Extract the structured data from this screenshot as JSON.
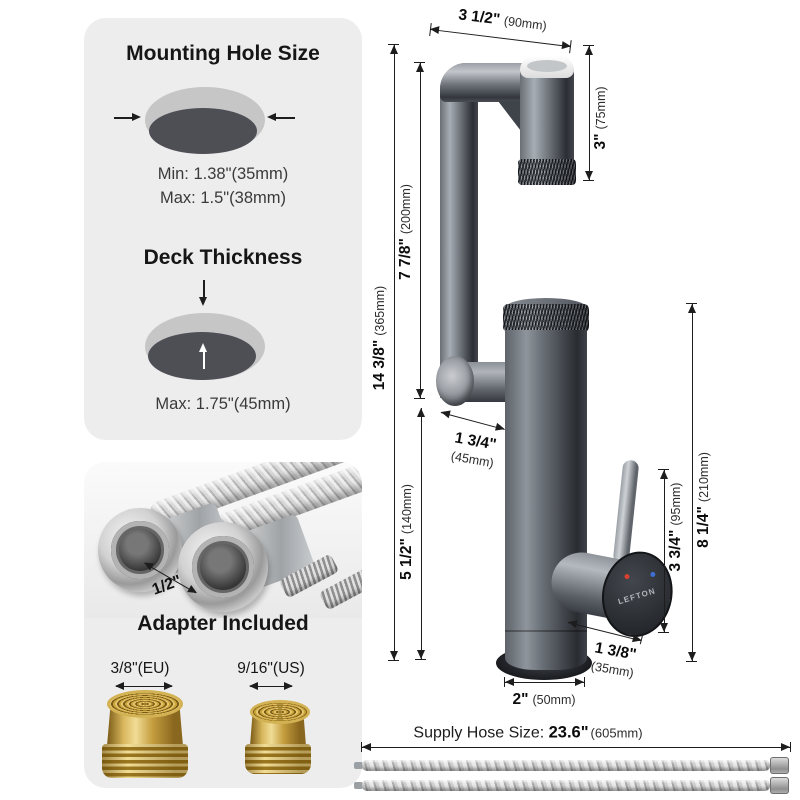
{
  "panels": {
    "mounting": {
      "title": "Mounting Hole Size",
      "min": "Min: 1.38\"(35mm)",
      "max": "Max: 1.5\"(38mm)"
    },
    "deck": {
      "title": "Deck Thickness",
      "max": "Max: 1.75\"(45mm)"
    },
    "hose": {
      "diameter": "1/2\""
    },
    "adapter": {
      "title": "Adapter Included",
      "eu": "3/8\"(EU)",
      "us": "9/16\"(US)"
    }
  },
  "dims": {
    "top_width": {
      "in": "3 1/2\"",
      "mm": "(90mm)"
    },
    "head_height": {
      "in": "3\"",
      "mm": "(75mm)"
    },
    "upper_height": {
      "in": "7 7/8\"",
      "mm": "(200mm)"
    },
    "total_height": {
      "in": "14 3/8\"",
      "mm": "(365mm)"
    },
    "arm_offset": {
      "in": "1 3/4\"",
      "mm": "(45mm)"
    },
    "lower_height": {
      "in": "5 1/2\"",
      "mm": "(140mm)"
    },
    "handle_height": {
      "in": "3 3/4\"",
      "mm": "(95mm)"
    },
    "spout_height": {
      "in": "8 1/4\"",
      "mm": "(210mm)"
    },
    "handle_depth": {
      "in": "1 3/8\"",
      "mm": "(35mm)"
    },
    "base_width": {
      "in": "2\"",
      "mm": "(50mm)"
    }
  },
  "supply": {
    "label": "Supply Hose Size: ",
    "value": "23.6\"",
    "mm": "(605mm)"
  },
  "brand": "LEFTON",
  "colors": {
    "panel_bg": "#ededed",
    "faucet_dark": "#2b2e34",
    "brass": "#c9a84e",
    "indicator_hot": "#d8412f",
    "indicator_cold": "#3d6ed0"
  }
}
